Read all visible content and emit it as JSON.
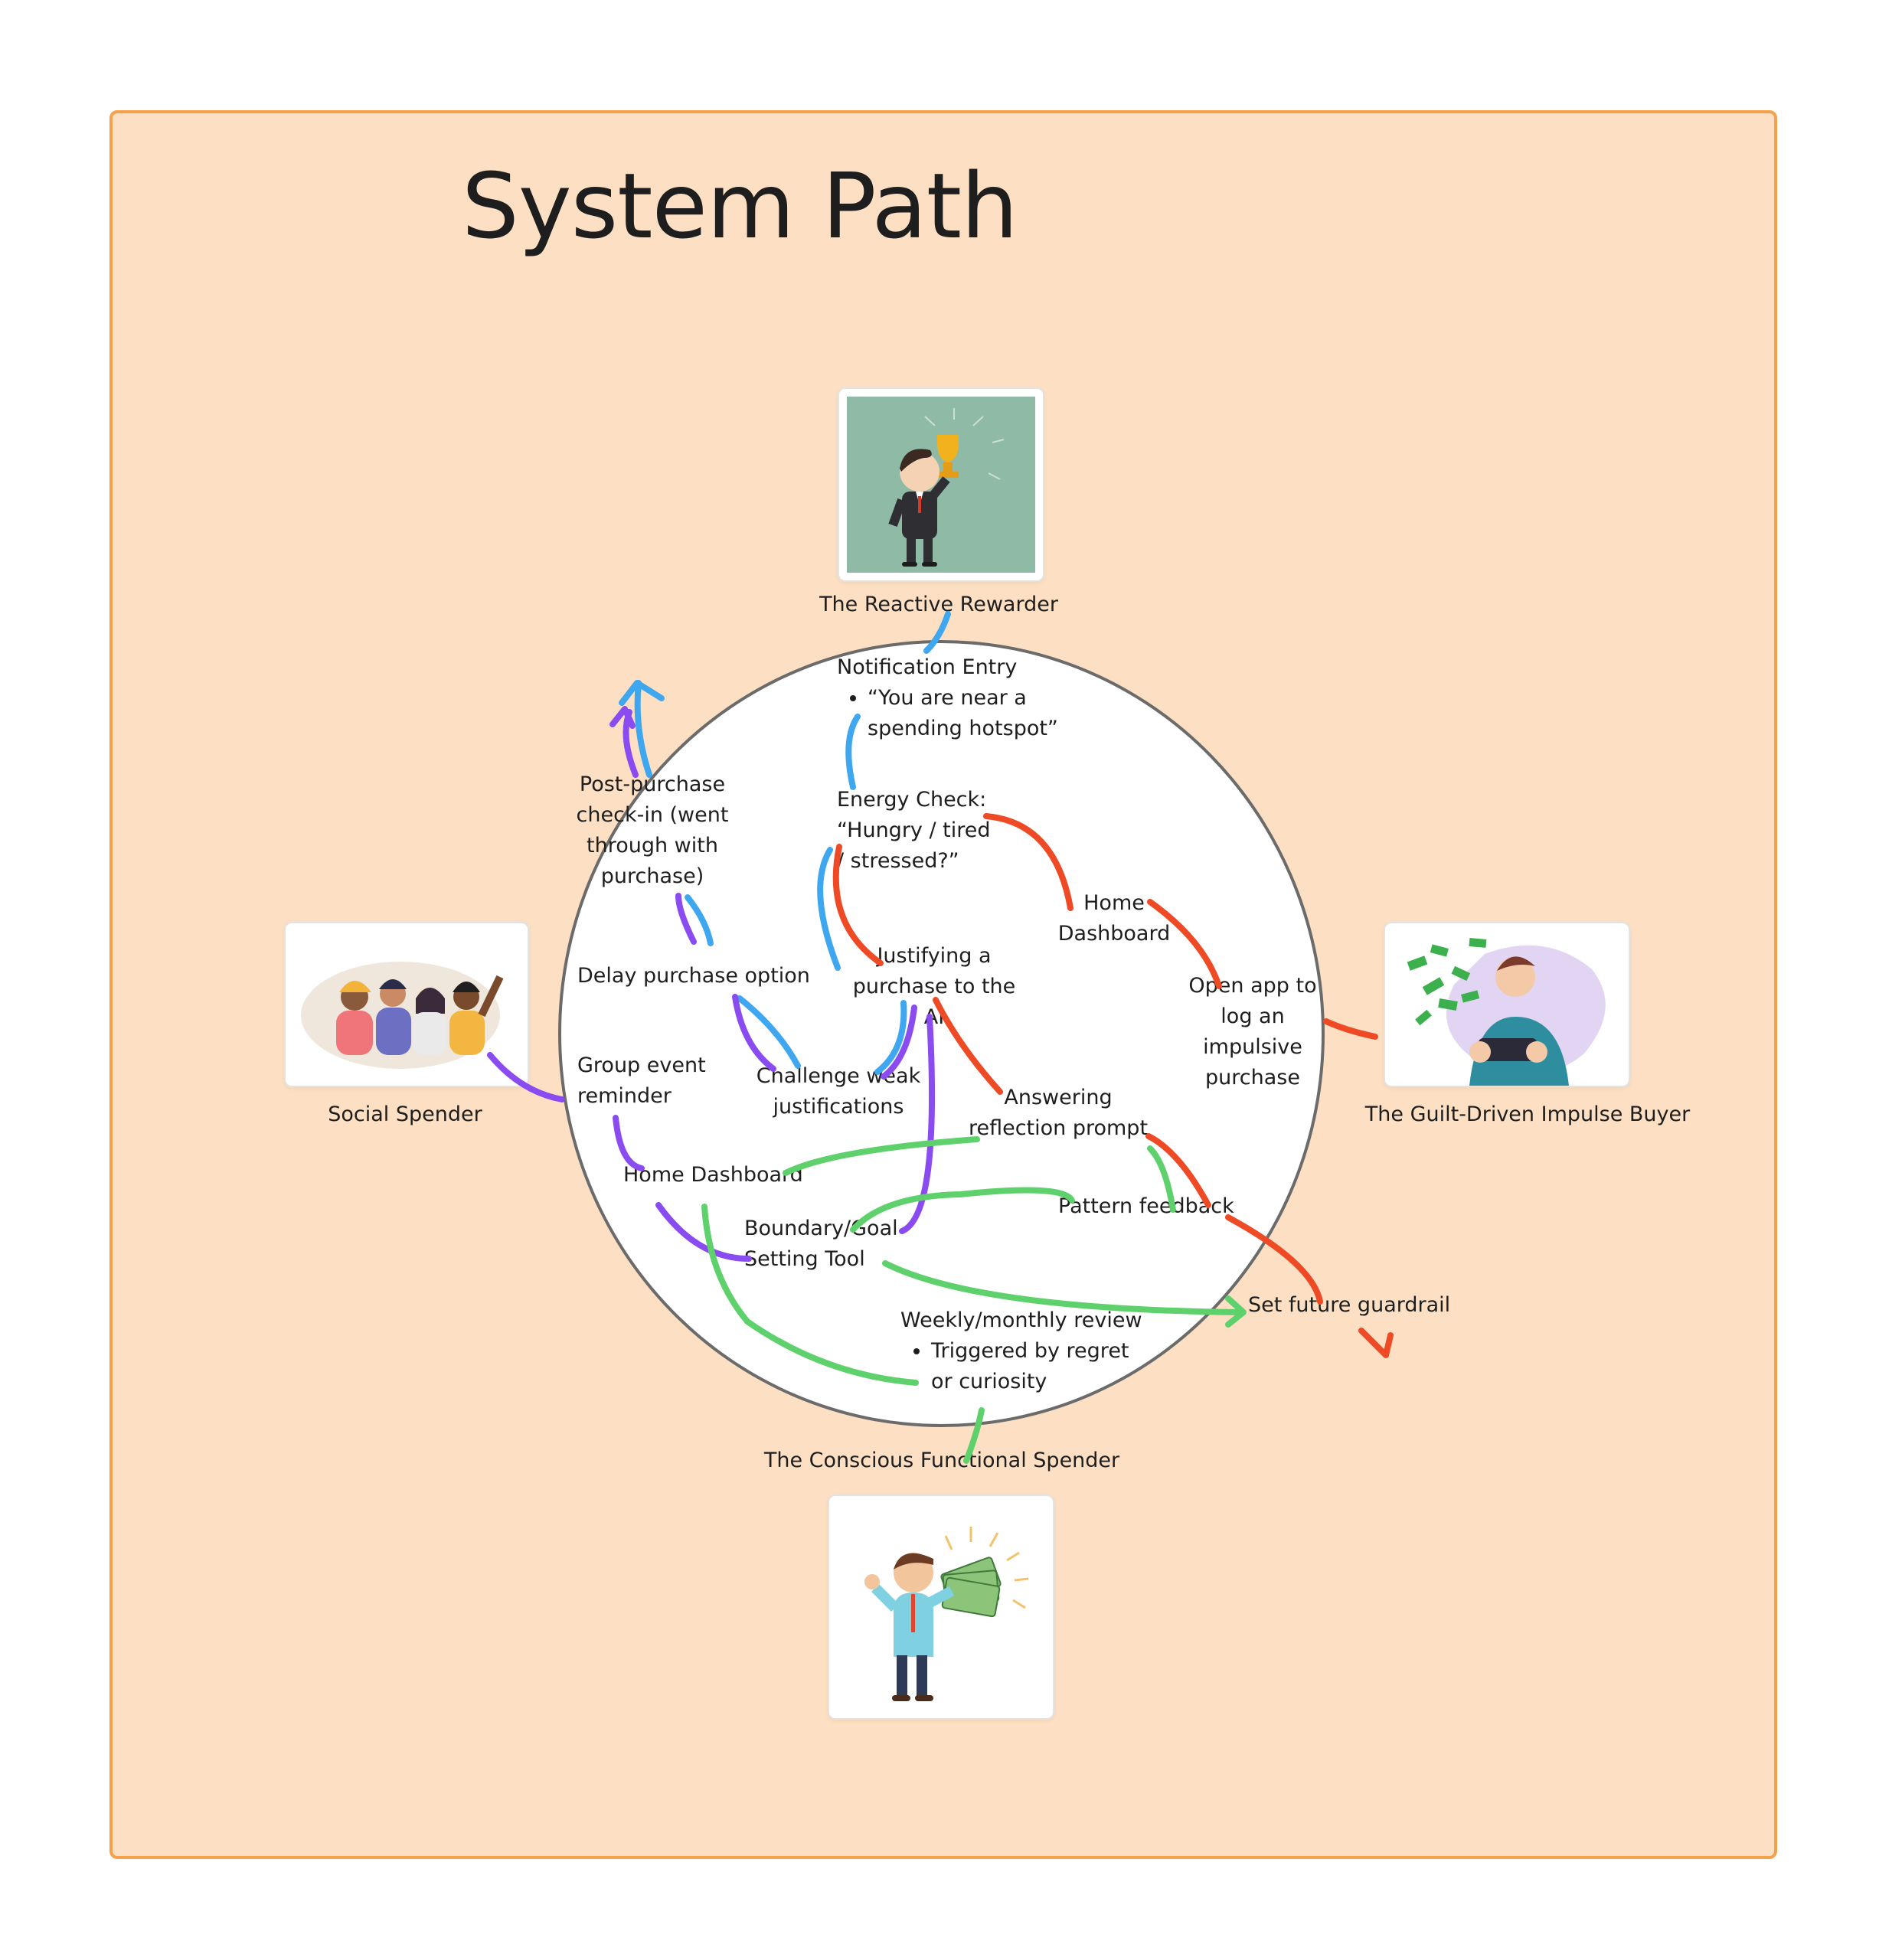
{
  "title": "System Path",
  "colors": {
    "frame_bg": "#fde0c3",
    "frame_border": "#f5a04a",
    "blue": "#3fa6f0",
    "red": "#ee4a25",
    "purple": "#8a4cf0",
    "green": "#5fd16c"
  },
  "personas": {
    "reactive": {
      "name": "The Reactive Rewarder",
      "image": "businessman-trophy-illustration"
    },
    "social": {
      "name": "Social Spender",
      "image": "group-of-friends-illustration"
    },
    "guilt": {
      "name": "The Guilt-Driven Impulse Buyer",
      "image": "impulse-buyer-money-illustration"
    },
    "conscious": {
      "name": "The Conscious Functional Spender",
      "image": "man-holding-cash-illustration"
    }
  },
  "steps": {
    "notification_entry": {
      "label": "Notification Entry",
      "bullets": [
        "“You are near a\nspending hotspot”"
      ]
    },
    "energy_check": "Energy Check:\n“Hungry / tired\n/ stressed?”",
    "post_purchase": "Post-purchase\ncheck-in (went\nthrough with\npurchase)",
    "home_dashboard_right": "Home\nDashboard",
    "open_app": "Open app to\nlog an\nimpulsive\npurchase",
    "delay_purchase": "Delay purchase option",
    "justifying": "Justifying a\npurchase to the AI",
    "challenge": "Challenge weak\njustifications",
    "answering": "Answering\nreflection prompt",
    "group_event": "Group event\nreminder",
    "home_dashboard_left": "Home Dashboard",
    "pattern_feedback": "Pattern feedback",
    "boundary_goal": "Boundary/Goal\nSetting Tool",
    "set_guardrail": "Set future guardrail",
    "weekly_review": {
      "label": "Weekly/monthly review",
      "bullets": [
        "Triggered by regret\nor curiosity"
      ]
    }
  }
}
